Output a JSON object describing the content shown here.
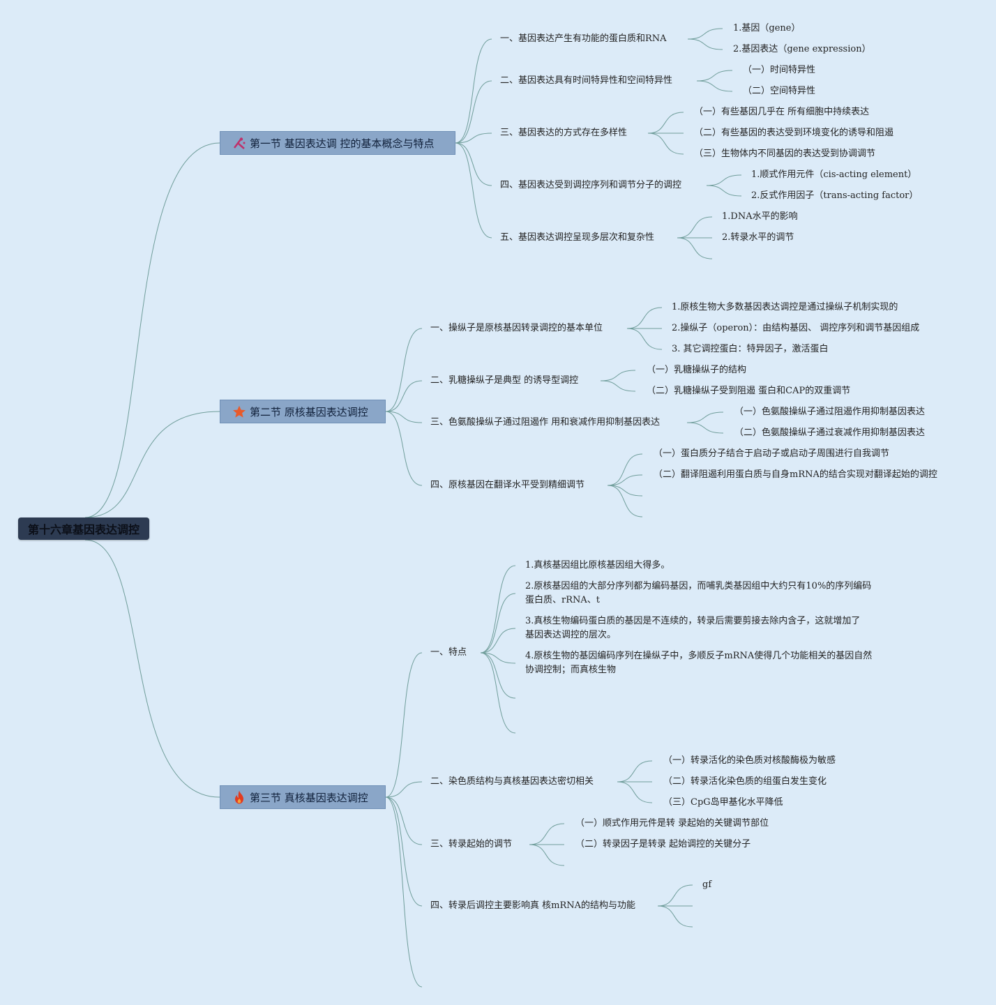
{
  "root": "第十六章基因表达调控",
  "sections": [
    {
      "title": "第一节 基因表达调 控的基本概念与特点",
      "icon": "tools-icon",
      "items": [
        {
          "label": "一、基因表达产生有功能的蛋白质和RNA",
          "children": [
            "1.基因（gene）",
            "2.基因表达（gene expression）"
          ]
        },
        {
          "label": "二、基因表达具有时间特异性和空间特异性",
          "children": [
            "（一）时间特异性",
            "（二）空间特异性"
          ]
        },
        {
          "label": "三、基因表达的方式存在多样性",
          "children": [
            "（一）有些基因几乎在 所有细胞中持续表达",
            "（二）有些基因的表达受到环境变化的诱导和阻遏",
            "（三）生物体内不同基因的表达受到协调调节"
          ]
        },
        {
          "label": "四、基因表达受到调控序列和调节分子的调控",
          "children": [
            "1.顺式作用元件（cis-acting element）",
            "2.反式作用因子（trans-acting factor）"
          ]
        },
        {
          "label": "五、基因表达调控呈现多层次和复杂性",
          "children": [
            "1.DNA水平的影响",
            "2.转录水平的调节",
            ""
          ]
        }
      ]
    },
    {
      "title": "第二节 原核基因表达调控",
      "icon": "star-icon",
      "items": [
        {
          "label": "一、操纵子是原核基因转录调控的基本单位",
          "children": [
            "1.原核生物大多数基因表达调控是通过操纵子机制实现的",
            "2.操纵子（operon）：由结构基因、 调控序列和调节基因组成",
            "3. 其它调控蛋白：特异因子，激活蛋白"
          ]
        },
        {
          "label": "二、乳糖操纵子是典型 的诱导型调控",
          "children": [
            "（一）乳糖操纵子的结构",
            "（二）乳糖操纵子受到阻遏 蛋白和CAP的双重调节"
          ]
        },
        {
          "label": "三、色氨酸操纵子通过阻遏作 用和衰减作用抑制基因表达",
          "children": [
            "（一）色氨酸操纵子通过阻遏作用抑制基因表达",
            "（二）色氨酸操纵子通过衰减作用抑制基因表达"
          ]
        },
        {
          "label": "四、原核基因在翻译水平受到精细调节",
          "children": [
            "（一）蛋白质分子结合于启动子或启动子周围进行自我调节",
            "（二）翻译阻遏利用蛋白质与自身mRNA的结合实现对翻译起始的调控",
            "",
            ""
          ]
        }
      ]
    },
    {
      "title": "第三节 真核基因表达调控",
      "icon": "flame-icon",
      "items": [
        {
          "label": "一、特点",
          "children": [
            "1.真核基因组比原核基因组大得多。",
            "2.原核基因组的大部分序列都为编码基因，而哺乳类基因组中大约只有10%的序列编码蛋白质、rRNA、t",
            "3.真核生物编码蛋白质的基因是不连续的，转录后需要剪接去除内含子，这就增加了基因表达调控的层次。",
            "4.原核生物的基因编码序列在操纵子中，多顺反子mRNA使得几个功能相关的基因自然协调控制；而真核生物",
            "",
            ""
          ]
        },
        {
          "label": "二、染色质结构与真核基因表达密切相关",
          "children": [
            "（一）转录活化的染色质对核酸酶极为敏感",
            "（二）转录活化染色质的组蛋白发生变化",
            "（三）CpG岛甲基化水平降低"
          ]
        },
        {
          "label": "三、转录起始的调节",
          "children": [
            "（一）顺式作用元件是转 录起始的关键调节部位",
            "（二）转录因子是转录 起始调控的关键分子",
            ""
          ]
        },
        {
          "label": "四、转录后调控主要影响真 核mRNA的结构与功能",
          "children": [
            "gf",
            "",
            ""
          ]
        },
        {
          "label": "",
          "children": []
        }
      ]
    }
  ]
}
